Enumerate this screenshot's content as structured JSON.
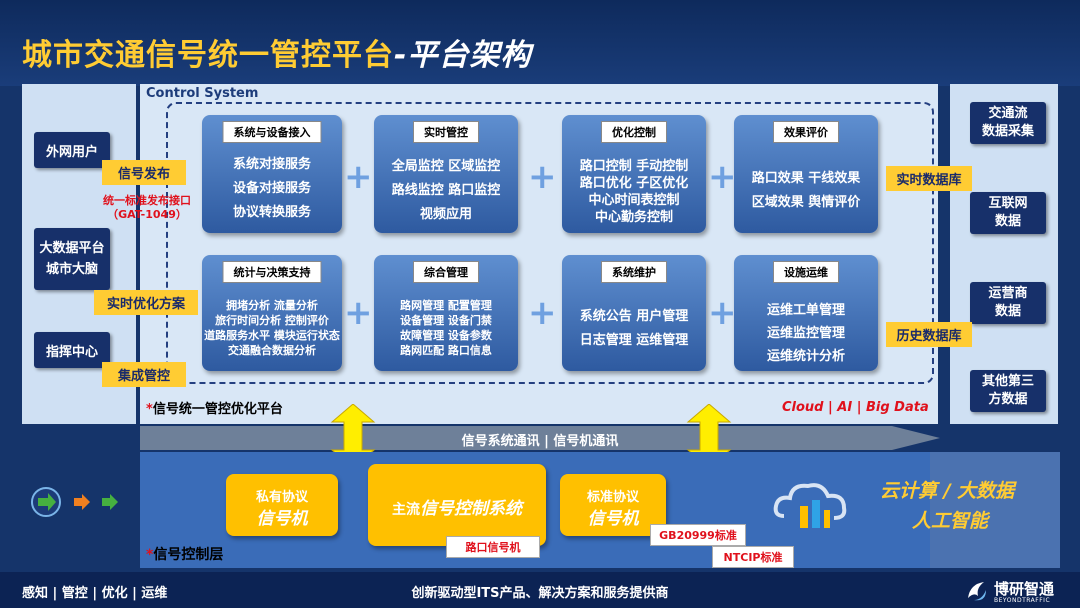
{
  "title": {
    "main": "城市交通信号统一管控平台",
    "sub": "-平台架构"
  },
  "control_system": "Control System",
  "left": {
    "users": [
      "外网用户",
      "大数据平台\n城市大脑",
      "指挥中心"
    ],
    "tags": [
      "信号发布",
      "实时优化方案",
      "集成管控"
    ],
    "red_note": "统一标准发布接口\n（GAT-1049）"
  },
  "top_row": [
    {
      "header": "系统与设备接入",
      "items": [
        "系统对接服务",
        "设备对接服务",
        "协议转换服务"
      ]
    },
    {
      "header": "实时管控",
      "items": [
        "全局监控 区域监控",
        "路线监控 路口监控",
        "视频应用"
      ]
    },
    {
      "header": "优化控制",
      "items": [
        "路口控制 手动控制",
        "路口优化 子区优化",
        "中心时间表控制",
        "中心勤务控制"
      ]
    },
    {
      "header": "效果评价",
      "items": [
        "路口效果 干线效果",
        "区域效果 舆情评价"
      ]
    }
  ],
  "bottom_row": [
    {
      "header": "统计与决策支持",
      "items": [
        "拥堵分析  流量分析",
        "旅行时间分析 控制评价",
        "道路服务水平 模块运行状态",
        "交通融合数据分析"
      ]
    },
    {
      "header": "综合管理",
      "items": [
        "路网管理 配置管理",
        "设备管理 设备门禁",
        "故障管理 设备参数",
        "路网匹配 路口信息"
      ]
    },
    {
      "header": "系统维护",
      "items": [
        "系统公告 用户管理",
        "日志管理 运维管理"
      ]
    },
    {
      "header": "设施运维",
      "items": [
        "运维工单管理",
        "运维监控管理",
        "运维统计分析"
      ]
    }
  ],
  "right": {
    "items": [
      "交通流\n数据采集",
      "互联网\n数据",
      "运营商\n数据",
      "其他第三\n方数据"
    ],
    "tags": [
      "实时数据库",
      "历史数据库"
    ]
  },
  "platform_label": {
    "star": "*",
    "text": "信号统一管控优化平台"
  },
  "cloud_tag": "Cloud | AI | Big Data",
  "comm_bar": "信号系统通讯 | 信号机通讯",
  "control_layer": {
    "star": "*",
    "text": "信号控制层"
  },
  "lower_boxes": [
    {
      "line1": "私有协议",
      "line2": "信号机"
    },
    {
      "line1": "主流",
      "line2": "信号控制系统"
    },
    {
      "line1": "标准协议",
      "line2": "信号机"
    }
  ],
  "white_labels": [
    "路口信号机",
    "GB20999标准",
    "NTCIP标准"
  ],
  "ai_text": [
    "云计算 / 大数据",
    "人工智能"
  ],
  "footer": {
    "left": "感知 | 管控 | 优化 | 运维",
    "center": "创新驱动型ITS产品、解决方案和服务提供商",
    "logo_cn": "博研智通",
    "logo_en": "BEYONDTRAFFIC"
  },
  "colors": {
    "accent": "#ffcc33",
    "navy": "#17306a",
    "red": "#e0111c",
    "box_blue": "#3a6cb8"
  }
}
